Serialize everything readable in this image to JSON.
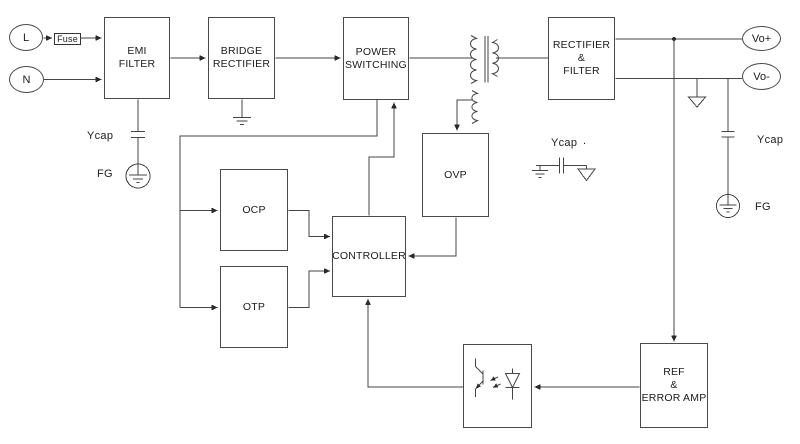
{
  "diagram": {
    "type": "block-diagram",
    "subject": "switching-power-supply",
    "colors": {
      "background": "#ffffff",
      "line": "#454545",
      "text": "#1c1c1c"
    },
    "terminals": {
      "l": "L",
      "n": "N",
      "fuse": "Fuse",
      "vo_plus": "Vo+",
      "vo_minus": "Vo-"
    },
    "blocks": {
      "emi_filter": "EMI\nFILTER",
      "bridge_rectifier": "BRIDGE\nRECTIFIER",
      "power_switching": "POWER\nSWITCHING",
      "rectifier_filter": "RECTIFIER\n&\nFILTER",
      "ovp": "OVP",
      "ocp": "OCP",
      "otp": "OTP",
      "controller": "CONTROLLER",
      "ref_error_amp": "REF\n&\nERROR AMP"
    },
    "labels": {
      "ycap_left": "Ycap",
      "fg_left": "FG",
      "ycap_mid": "Ycap",
      "ycap_mid_dot": ".",
      "ycap_right": "Ycap",
      "fg_right": "FG"
    }
  }
}
